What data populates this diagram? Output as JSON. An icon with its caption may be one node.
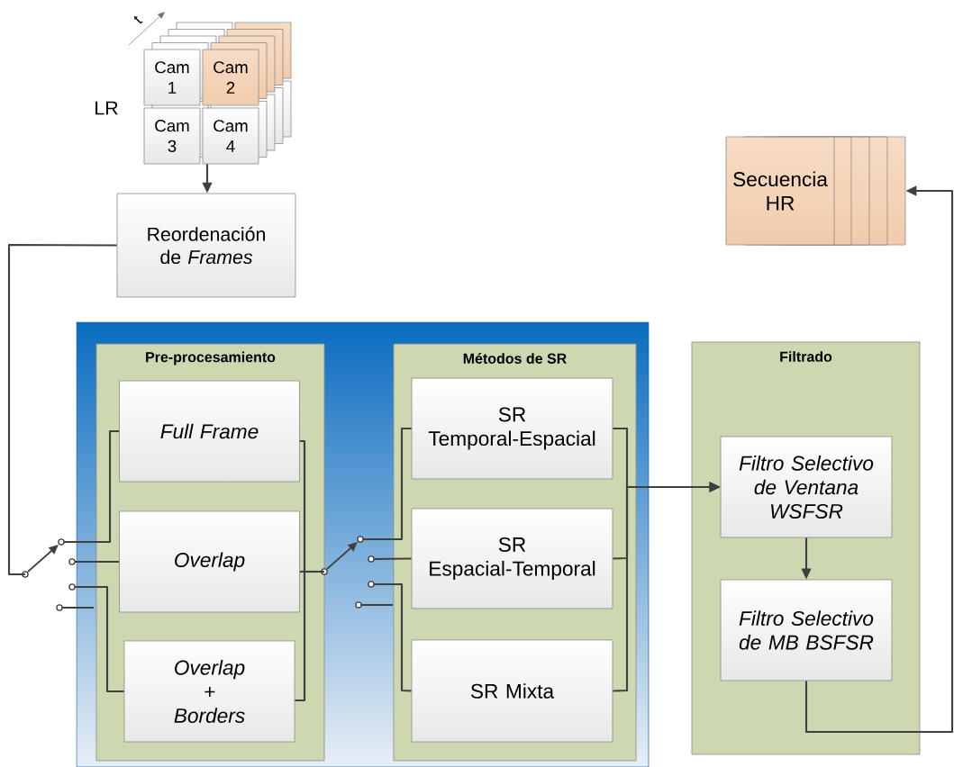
{
  "diagram": {
    "nodes": [
      {
        "text": [
          "Cam 1"
        ]
      },
      {
        "text": [
          "Cam 2"
        ]
      },
      {
        "text": [
          "Cam 3"
        ]
      },
      {
        "text": [
          "Cam 4"
        ]
      },
      {
        "text": [
          "Reordenación de *Frames*"
        ]
      },
      {
        "text": [
          "Secuencia HR"
        ]
      },
      {
        "text": [],
        "shape": "box"
      },
      {
        "text": [
          "Pre-procesamiento"
        ],
        "in": 6
      },
      {
        "text": [
          "Full Frame"
        ],
        "in": 7
      },
      {
        "text": [
          "Overlap"
        ],
        "in": 7
      },
      {
        "text": [
          "Overlap + Borders"
        ],
        "in": 7
      },
      {
        "text": [
          "Métodos de SR"
        ],
        "in": 6
      },
      {
        "text": [
          "SR Temporal-Espacial"
        ],
        "in": 11
      },
      {
        "text": [
          "SR Espacial-Temporal"
        ],
        "in": 11
      },
      {
        "text": [
          "SR Mixta"
        ],
        "in": 11
      },
      {
        "text": [
          "Filtrado"
        ]
      },
      {
        "text": [
          "Filtro Selectivo de Ventana WSFSR"
        ],
        "in": 15
      },
      {
        "text": [
          "Filtro Selectivo de MB BSFSR"
        ],
        "in": 15
      },
      {
        "text": [],
        "shape": "switch"
      },
      {
        "text": [],
        "shape": "switch",
        "in": 6
      }
    ],
    "edges": [
      {
        "from": 3,
        "to": 4,
        "arrow": "to"
      },
      {
        "from": 4,
        "to": 18,
        "arrow": "none"
      },
      {
        "from": 18,
        "to": 8,
        "arrow": "none"
      },
      {
        "from": 18,
        "to": 9,
        "arrow": "none"
      },
      {
        "from": 18,
        "to": 10,
        "arrow": "none"
      },
      {
        "from": 8,
        "to": 19,
        "arrow": "none"
      },
      {
        "from": 9,
        "to": 19,
        "arrow": "none"
      },
      {
        "from": 10,
        "to": 19,
        "arrow": "none"
      },
      {
        "from": 19,
        "to": 12,
        "arrow": "none"
      },
      {
        "from": 19,
        "to": 13,
        "arrow": "none"
      },
      {
        "from": 19,
        "to": 14,
        "arrow": "none"
      },
      {
        "from": 12,
        "to": 16,
        "arrow": "to"
      },
      {
        "from": 13,
        "to": 16,
        "arrow": "to"
      },
      {
        "from": 14,
        "to": 16,
        "arrow": "to"
      },
      {
        "from": 16,
        "to": 17,
        "arrow": "to"
      },
      {
        "from": 17,
        "to": 5,
        "arrow": "to"
      }
    ],
    "labels": [
      "t",
      "LR"
    ]
  }
}
